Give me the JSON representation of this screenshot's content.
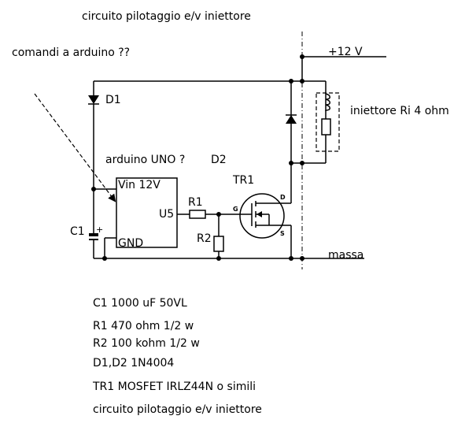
{
  "title": "circuito pilotaggio e/v iniettore",
  "question_label": "comandi a arduino ??",
  "supply_label": "+12 V",
  "ground_label": "massa",
  "injector_label": "iniettore Ri 4 ohm",
  "arduino_label": "arduino UNO ?",
  "components": {
    "d1": "D1",
    "d2": "D2",
    "tr1": "TR1",
    "r1": "R1",
    "r2": "R2",
    "c1": "C1",
    "c1_polarity": "+",
    "vin": "Vin 12V",
    "u5": "U5",
    "gnd": "GND",
    "gate": "G",
    "drain": "D",
    "source": "S"
  },
  "parts_list": [
    "C1 1000 uF 50VL",
    "R1 470 ohm 1/2 w",
    "R2 100 kohm 1/2 w",
    "D1,D2 1N4004",
    "TR1 MOSFET IRLZ44N o simili",
    "circuito pilotaggio e/v iniettore"
  ],
  "colors": {
    "ink": "#000000",
    "background": "#ffffff"
  }
}
